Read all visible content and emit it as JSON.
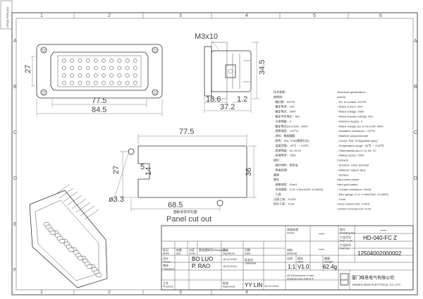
{
  "zones": {
    "top": [
      "1",
      "2",
      "3",
      "4",
      "5",
      "6"
    ],
    "side": [
      "A",
      "B",
      "C",
      "D",
      "E",
      "F"
    ]
  },
  "margin_label": "CFQA-FOR-012",
  "front_view": {
    "dim_width_inner": "77.5",
    "dim_width_outer": "84.5",
    "dim_height": "27"
  },
  "side_view": {
    "screw": "M3x10",
    "dim_height": "34.5",
    "dim_a": "18.6",
    "dim_b": "1.2",
    "dim_depth": "37.2"
  },
  "panel_cutout": {
    "dim_top": "77.5",
    "dim_bottom": "68.5",
    "dim_left": "27",
    "dim_right": "36",
    "dim_slot_w": "5",
    "dim_slot_h": "14",
    "dim_hole": "ø3.3",
    "caption_cn": "面板安装开孔图",
    "caption_en": "Panel cut out"
  },
  "spec_cn": [
    "技术参数：",
    "绝缘体：",
    "- 触针数：40+PE",
    "- 额定电流：10A",
    "- 额定电压：250V",
    "- 额定冲击电压：4kV",
    "- 污染等级：3",
    "- 额定电压(UL/CSA)：600V",
    "- 绝缘电阻：>10¹⁰Ω",
    "- 材料：聚碳酸酯",
    "- 颜色：RAL 7032(鹅卵石灰)",
    "- 温度范围：-40℃ ~ +125℃",
    "- 阻燃等级：UL 94 V0",
    "- 机械寿命：>500",
    "插针：",
    "- 插针材料：铜合金",
    "- 表面处理：",
    "  硬银",
    "  硬金",
    "- 接触电阻：≤3mΩ",
    "- 导线规格：0.14~2.5mm²(26~14 AWG)",
    "- 工具：",
    "  压接工具：TL02S",
    "  拆针工具：TL00"
  ],
  "spec_en": [
    "Technical specification:",
    "Inserts:",
    "- No. of contact: 40+PE",
    "- Rated current: 10A",
    "- Rated voltage: 250V",
    "- Rated impulse voltage: 4kV",
    "- Pollution degree: 3",
    "- Rated voltage acc.to UL/CSA: 600V",
    "- Insulation resistance: >10¹⁰Ω",
    "- Material: polycarbonate",
    "- Colour: RAL 7032(pebble grey)",
    "- Temperature range: -40℃ ~ +125℃",
    "- Flammability acc.to UL 94: V0",
    "- Mating cycles: >500",
    "Contacts:",
    "- Terminal: crimp terminal",
    "- Material: copper alloy",
    "- Surface:",
    "  Hard-silver plated",
    "  Hard-gold plated",
    "- Contact resistance: ≤3mΩ",
    "- Wire gauge: 0.14~2.5mm²(26~14 AWG)",
    "- Tools:",
    "  Crimp contact tool: TL02S",
    "  Contact removal tool: TL00"
  ],
  "title_block": {
    "finish_label": "表面处理\nFinish",
    "finish_value": "—",
    "drawing_no_label": "图号\nDrawing No.",
    "drawing_no_value": "—",
    "part_code_label": "产品代号\nPart Code",
    "part_code_value": "HD-040-FC Z",
    "part_no_label": "产品料号\nPart No.",
    "part_no_value": "12504002000002",
    "material_label": "材料\nMaterial",
    "material_value": "—",
    "scale_label": "比例",
    "scale_value": "1:1",
    "rev_label": "版本\nREV.",
    "rev_value": "V1.0",
    "weight_label": "重量\nWeight",
    "weight_value": "62.4g",
    "rev_cols": [
      "标记\nMark",
      "处数\nQty",
      "分区\nZone",
      "更改通知号/Description",
      "签名\nSignature",
      "日期\nDate"
    ],
    "drawn_label": "设计\nDrawn",
    "drawn_by": "BO LUO",
    "drawn_date": "18.10.2010",
    "checked_label": "审核\nChecked",
    "checked_by": "P. RAO",
    "checked_date": "18.10.2010",
    "process_label": "工艺\nProcess",
    "std_label": "标准化\nStandard",
    "approved_label": "批准\nApproved",
    "approved_by": "YY LIN",
    "approved_date": "18.10.2010",
    "tolerance_note": "All Dimensions in mm\nOriginal Size DIN A 4",
    "company_cn": "厦门唯恩电气有限公司",
    "company_en": "XIAMEN WAIN ELECTRICAL CO.,LTD",
    "logo_text": "WAIN"
  }
}
